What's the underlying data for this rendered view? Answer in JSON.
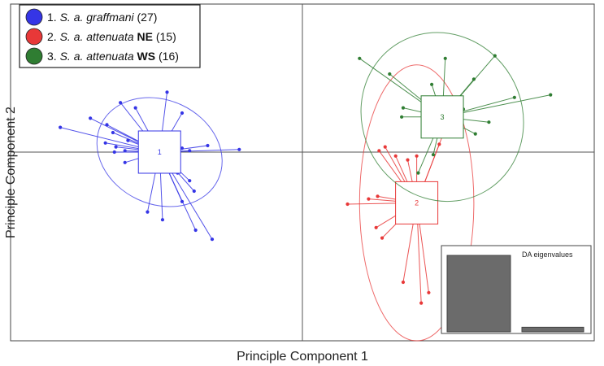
{
  "chart_data": {
    "type": "scatter",
    "xlabel": "Principle Component 1",
    "ylabel": "Principle Component 2",
    "xlim": [
      -10,
      10
    ],
    "ylim": [
      -6.5,
      5.5
    ],
    "grid": false,
    "legend_position": "top-left",
    "series": [
      {
        "id": "1",
        "legend_number": "1.",
        "legend_name": "S. a. graffmani",
        "legend_bold": "",
        "legend_count": "(27)",
        "color": "#3535e6",
        "centroid": [
          -9.5,
          0.0
        ],
        "ellipse": {
          "rx": 4.3,
          "ry": 2.0,
          "angle": 25
        },
        "points": [
          [
            -16.1,
            0.95
          ],
          [
            -14.1,
            1.3
          ],
          [
            -13.0,
            1.05
          ],
          [
            -12.6,
            0.75
          ],
          [
            -13.1,
            0.35
          ],
          [
            -12.4,
            0.2
          ],
          [
            -12.5,
            0.0
          ],
          [
            -11.8,
            0.05
          ],
          [
            -11.1,
            1.7
          ],
          [
            -9.0,
            2.3
          ],
          [
            -8.0,
            1.5
          ],
          [
            -8.0,
            0.15
          ],
          [
            -7.5,
            0.05
          ],
          [
            -6.3,
            0.25
          ],
          [
            -4.2,
            0.1
          ],
          [
            -8.3,
            -0.8
          ],
          [
            -7.5,
            -1.1
          ],
          [
            -7.2,
            -1.5
          ],
          [
            -8.0,
            -1.9
          ],
          [
            -10.3,
            -2.3
          ],
          [
            -9.3,
            -2.6
          ],
          [
            -7.1,
            -3.0
          ],
          [
            -6.0,
            -3.35
          ],
          [
            -11.8,
            -0.4
          ],
          [
            -12.1,
            1.9
          ],
          [
            -11.6,
            0.45
          ],
          [
            -8.6,
            -0.4
          ]
        ]
      },
      {
        "id": "2",
        "legend_number": "2.",
        "legend_name": "S. a. attenuata",
        "legend_bold": "NE",
        "legend_count": "(15)",
        "color": "#e83838",
        "centroid": [
          7.6,
          -1.95
        ],
        "ellipse": {
          "rx": 3.8,
          "ry": 5.3,
          "angle": 0
        },
        "points": [
          [
            3.0,
            -2.0
          ],
          [
            4.4,
            -1.8
          ],
          [
            5.0,
            -1.7
          ],
          [
            4.9,
            -2.9
          ],
          [
            5.3,
            -3.3
          ],
          [
            5.1,
            0.05
          ],
          [
            5.5,
            0.2
          ],
          [
            6.2,
            -0.15
          ],
          [
            7.0,
            -0.3
          ],
          [
            7.6,
            -0.15
          ],
          [
            9.7,
            1.2
          ],
          [
            9.1,
            0.3
          ],
          [
            7.9,
            -5.8
          ],
          [
            8.4,
            -5.4
          ],
          [
            6.7,
            -5.0
          ]
        ]
      },
      {
        "id": "3",
        "legend_number": "3.",
        "legend_name": "S. a. attenuata",
        "legend_bold": "WS",
        "legend_count": "(16)",
        "color": "#2f7d32",
        "centroid": [
          9.3,
          1.35
        ],
        "ellipse": {
          "rx": 5.3,
          "ry": 3.3,
          "angle": -30
        },
        "points": [
          [
            3.8,
            3.6
          ],
          [
            5.8,
            3.0
          ],
          [
            6.7,
            1.7
          ],
          [
            6.6,
            1.35
          ],
          [
            8.6,
            2.6
          ],
          [
            9.5,
            3.6
          ],
          [
            11.4,
            2.8
          ],
          [
            12.8,
            3.7
          ],
          [
            10.5,
            1.9
          ],
          [
            10.7,
            1.65
          ],
          [
            14.1,
            2.1
          ],
          [
            16.5,
            2.2
          ],
          [
            12.4,
            1.15
          ],
          [
            11.5,
            0.7
          ],
          [
            7.7,
            -0.8
          ],
          [
            8.7,
            -0.1
          ]
        ]
      }
    ],
    "inset": {
      "title": "DA eigenvalues",
      "type": "bar",
      "values": [
        1.0,
        0.06
      ]
    }
  }
}
